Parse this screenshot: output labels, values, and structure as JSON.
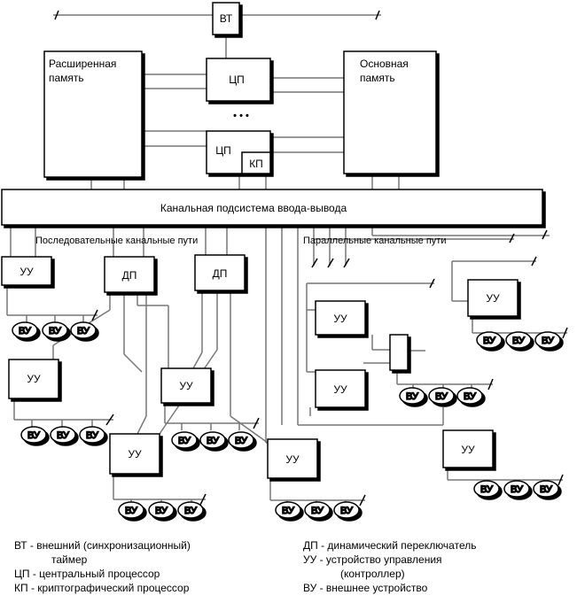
{
  "labels": {
    "bt": "ВТ",
    "cp": "ЦП",
    "kp": "КП",
    "ellipsis": "• • •",
    "ext_mem": [
      "Расширенная",
      "память"
    ],
    "main_mem": [
      "Основная",
      "память"
    ],
    "channel": "Канальная подсистема ввода-вывода",
    "serial_paths": "Последовательные канальные пути",
    "parallel_paths": "Параллельные канальные пути",
    "uu": "УУ",
    "dp": "ДП",
    "vu": "ВУ"
  },
  "legend": {
    "left": [
      {
        "text": "ВТ - внешний (синхронизационный)",
        "cont": "таймер"
      },
      {
        "text": "ЦП - центральный процессор"
      },
      {
        "text": "КП - криптографический процессор"
      }
    ],
    "right": [
      {
        "text": "ДП - динамический переключатель"
      },
      {
        "text": "УУ - устройство управления",
        "cont": "(контроллер)"
      },
      {
        "text": "ВУ - внешнее устройство"
      }
    ]
  }
}
